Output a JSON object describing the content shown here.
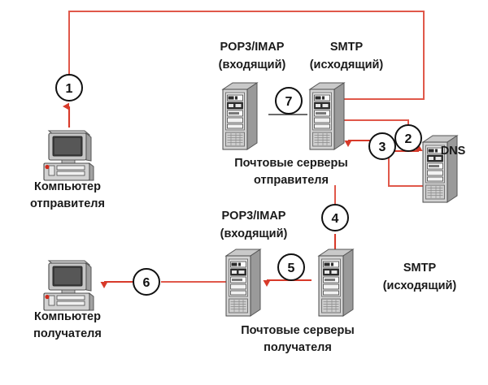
{
  "diagram": {
    "title": "Email delivery flow diagram",
    "background_color": "#ffffff",
    "accent_color": "#d83a2a",
    "text_color": "#1a1a1a"
  },
  "nodes": {
    "sender_computer": {
      "caption_line1": "Компьютер",
      "caption_line2": "отправителя",
      "icon": "desktop-computer-icon"
    },
    "receiver_computer": {
      "caption_line1": "Компьютер",
      "caption_line2": "получателя",
      "icon": "desktop-computer-icon"
    },
    "sender_pop3": {
      "label_line1": "POP3/IMAP",
      "label_line2": "(входящий)",
      "icon": "server-tower-icon"
    },
    "sender_smtp": {
      "label_line1": "SMTP",
      "label_line2": "(исходящий)",
      "icon": "server-tower-icon"
    },
    "sender_servers_caption": {
      "line1": "Почтовые серверы",
      "line2": "отправителя"
    },
    "receiver_pop3": {
      "label_line1": "POP3/IMAP",
      "label_line2": "(входящий)",
      "icon": "server-tower-icon"
    },
    "receiver_smtp": {
      "label_line1": "SMTP",
      "label_line2": "(исходящий)",
      "icon": "server-tower-icon"
    },
    "receiver_servers_caption": {
      "line1": "Почтовые серверы",
      "line2": "получателя"
    },
    "dns": {
      "label": "DNS",
      "icon": "server-tower-icon"
    }
  },
  "steps": [
    {
      "id": "1",
      "number": "1"
    },
    {
      "id": "2",
      "number": "2"
    },
    {
      "id": "3",
      "number": "3"
    },
    {
      "id": "4",
      "number": "4"
    },
    {
      "id": "5",
      "number": "5"
    },
    {
      "id": "6",
      "number": "6"
    },
    {
      "id": "7",
      "number": "7"
    }
  ]
}
